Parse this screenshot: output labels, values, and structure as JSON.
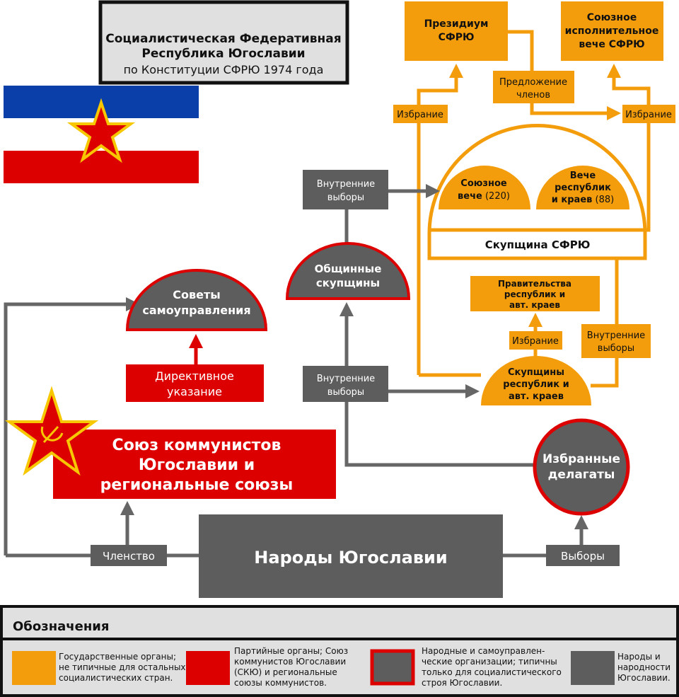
{
  "title": {
    "line1": "Социалистическая Федеративная",
    "line2": "Республика Югославии",
    "line3": "по Конституции СФРЮ 1974 года"
  },
  "nodes": {
    "presidium": [
      "Президиум",
      "СФРЮ"
    ],
    "executive": [
      "Союзное",
      "исполнительное",
      "вече СФРЮ"
    ],
    "proposal": [
      "Предложение",
      "членов"
    ],
    "election_left": "Избрание",
    "election_right": "Избрание",
    "federal_chamber": {
      "l1": "Союзное",
      "l2": "вече",
      "count": "(220)"
    },
    "republic_chamber": {
      "l1": "Вече",
      "l2": "республик",
      "l3": "и краев",
      "count": "(88)"
    },
    "assembly": "Скупщина СФРЮ",
    "internal_top": [
      "Внутренние",
      "выборы"
    ],
    "communal": [
      "Общинные",
      "скупщины"
    ],
    "councils": [
      "Советы",
      "самоуправления"
    ],
    "directive": [
      "Директивное",
      "указание"
    ],
    "league": [
      "Союз коммунистов",
      "Югославии и",
      "региональные союзы"
    ],
    "internal_mid": [
      "Внутренние",
      "выборы"
    ],
    "republic_assemblies": [
      "Скупщины",
      "республик и",
      "авт. краев"
    ],
    "election_mid": "Избрание",
    "governments": [
      "Правительства",
      "республик и",
      "авт. краев"
    ],
    "internal_right": [
      "Внутренние",
      "выборы"
    ],
    "delegates": [
      "Избранные",
      "делагаты"
    ],
    "peoples": "Народы Югославии",
    "membership": "Членство",
    "elections": "Выборы"
  },
  "legend": {
    "title": "Обозначения",
    "items": [
      {
        "color": "#f49d0c",
        "lines": [
          "Государственные органы;",
          "не типичные для остальных",
          "социалистических стран."
        ]
      },
      {
        "color": "#dd0000",
        "lines": [
          "Партийные органы; Союз",
          "коммунистов Югославии",
          "(СКЮ) и региональные",
          "союзы коммунистов."
        ]
      },
      {
        "color": "#5d5d5d",
        "border": "#dd0000",
        "lines": [
          "Народные и самоуправлен-",
          "ческие организации; типичны",
          "только для социалистического",
          "строя Югославии."
        ]
      },
      {
        "color": "#5d5d5d",
        "lines": [
          "Народы и",
          "народности",
          "Югославии."
        ]
      }
    ]
  },
  "colors": {
    "orange": "#f49d0c",
    "red": "#dd0000",
    "gray": "#5d5d5d",
    "flag_blue": "#0a3ea8"
  }
}
